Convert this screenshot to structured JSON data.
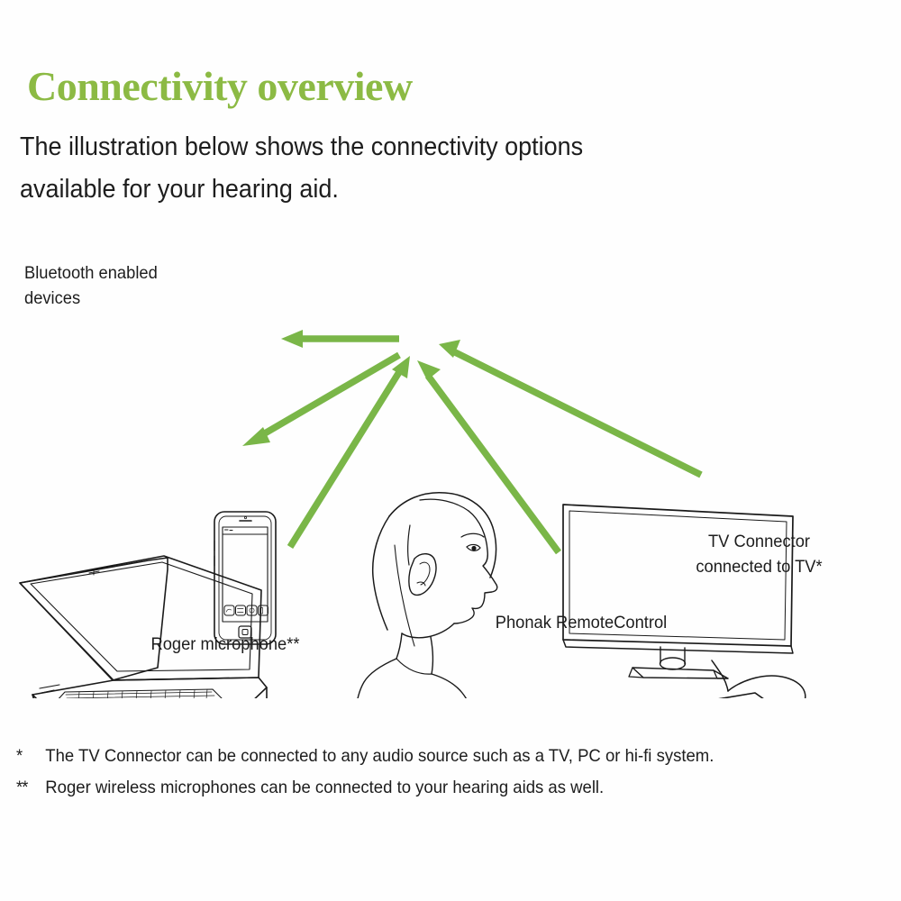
{
  "document": {
    "title": "Connectivity overview",
    "title_color": "#8cba44",
    "intro": {
      "line1": "The illustration below shows the connectivity options",
      "line2": "available for your hearing aid."
    }
  },
  "illustration": {
    "accent_color": "#7ab648",
    "line_color": "#1a1a1a",
    "labels": {
      "bluetooth": {
        "line1": "Bluetooth enabled",
        "line2": "devices"
      },
      "tv_connector": {
        "line1": "TV Connector",
        "line2": "connected to TV*"
      },
      "remote_control": {
        "line1": "Phonak RemoteControl"
      },
      "roger_microphone": {
        "line1": "Roger microphone**"
      }
    },
    "devices": [
      {
        "name": "laptop",
        "icon": "laptop-icon"
      },
      {
        "name": "smartphone",
        "icon": "smartphone-icon"
      },
      {
        "name": "television",
        "icon": "tv-icon"
      },
      {
        "name": "tv-connector",
        "icon": "tv-connector-icon"
      },
      {
        "name": "roger-microphone",
        "icon": "roger-microphone-icon"
      },
      {
        "name": "remote-control",
        "icon": "remote-control-icon"
      },
      {
        "name": "person-with-hearing-aid",
        "icon": "person-head-icon"
      }
    ],
    "connections": [
      {
        "from": "hearing-aid",
        "to": "smartphone",
        "direction": "outgoing"
      },
      {
        "from": "hearing-aid",
        "to": "laptop",
        "direction": "outgoing"
      },
      {
        "from": "roger-microphone",
        "to": "hearing-aid",
        "direction": "incoming"
      },
      {
        "from": "remote-control",
        "to": "hearing-aid",
        "direction": "incoming"
      },
      {
        "from": "tv-connector",
        "to": "hearing-aid",
        "direction": "incoming"
      }
    ]
  },
  "footnotes": [
    {
      "marker": "*",
      "text": "The TV Connector can be connected to any audio source such as a TV, PC or hi-fi system."
    },
    {
      "marker": "**",
      "text": "Roger wireless microphones can be connected to your hearing aids as well."
    }
  ]
}
